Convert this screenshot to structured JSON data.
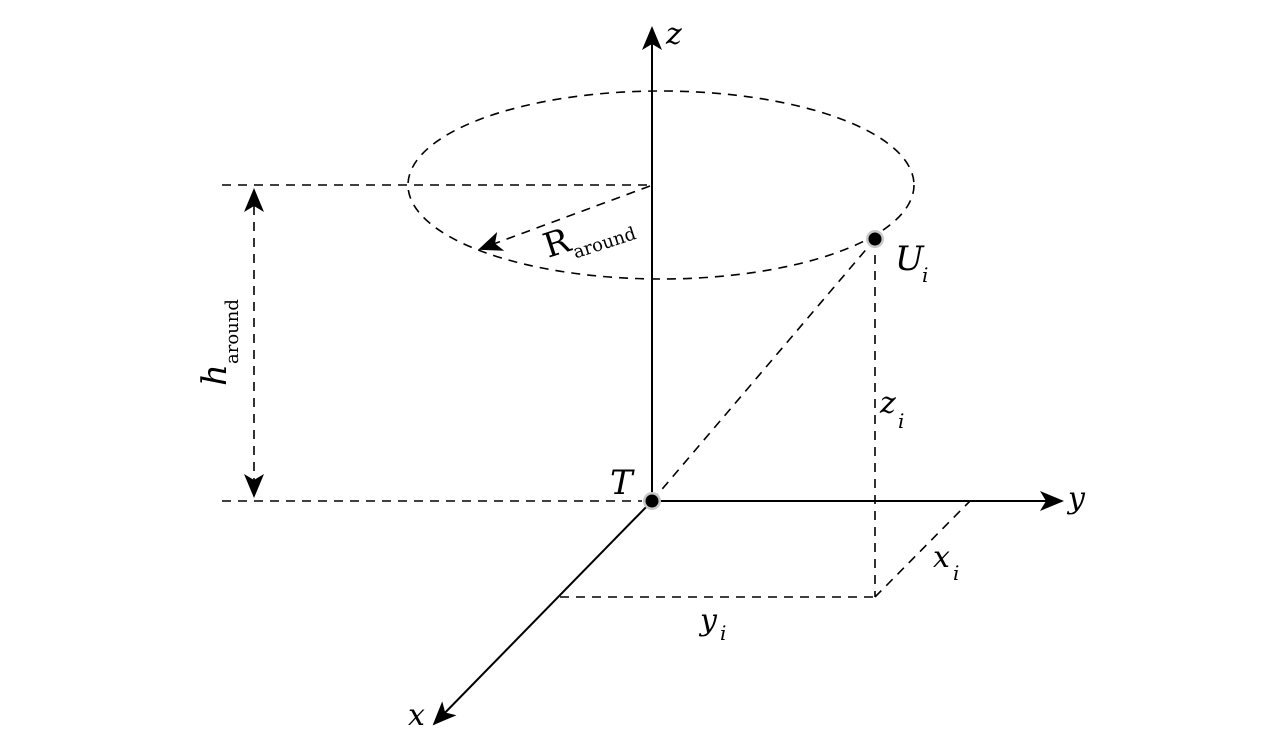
{
  "diagram": {
    "axes": {
      "z": "z",
      "y": "y",
      "x": "x"
    },
    "points": {
      "origin": "T",
      "uav_main": "U",
      "uav_sub": "i"
    },
    "coordinates": {
      "xi_main": "x",
      "xi_sub": "i",
      "yi_main": "y",
      "yi_sub": "i",
      "zi_main": "z",
      "zi_sub": "i"
    },
    "radius": {
      "main": "R",
      "sub": "around"
    },
    "height": {
      "main": "h",
      "sub": "around"
    },
    "colors": {
      "stroke": "#000000",
      "point_halo": "#c8c8c8",
      "background": "#ffffff"
    }
  }
}
